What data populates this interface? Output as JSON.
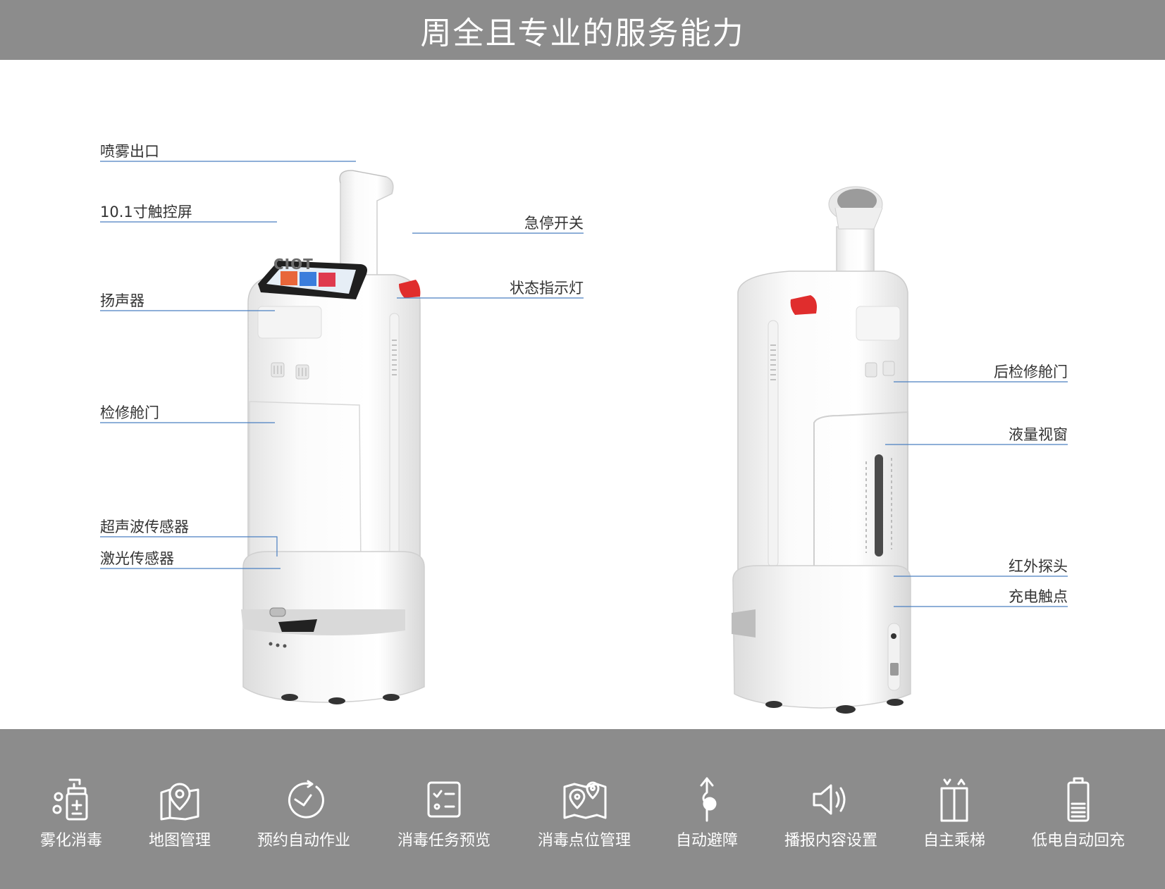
{
  "header": {
    "title": "周全且专业的服务能力"
  },
  "front_view": {
    "callouts": [
      {
        "id": "spray",
        "label": "喷雾出口"
      },
      {
        "id": "screen",
        "label": "10.1寸触控屏"
      },
      {
        "id": "speaker",
        "label": "扬声器"
      },
      {
        "id": "door",
        "label": "检修舱门"
      },
      {
        "id": "ultrasonic",
        "label": "超声波传感器"
      },
      {
        "id": "laser",
        "label": "激光传感器"
      },
      {
        "id": "estop",
        "label": "急停开关"
      },
      {
        "id": "status",
        "label": "状态指示灯"
      }
    ],
    "logo_text": "CIOT"
  },
  "back_view": {
    "callouts": [
      {
        "id": "rear-door",
        "label": "后检修舱门"
      },
      {
        "id": "level",
        "label": "液量视窗"
      },
      {
        "id": "ir",
        "label": "红外探头"
      },
      {
        "id": "charge",
        "label": "充电触点"
      }
    ]
  },
  "features": [
    {
      "label": "雾化消毒",
      "icon": "spray-bottle-icon"
    },
    {
      "label": "地图管理",
      "icon": "map-pin-icon"
    },
    {
      "label": "预约自动作业",
      "icon": "clock-icon"
    },
    {
      "label": "消毒任务预览",
      "icon": "checklist-icon"
    },
    {
      "label": "消毒点位管理",
      "icon": "map-points-icon"
    },
    {
      "label": "自动避障",
      "icon": "obstacle-avoid-icon"
    },
    {
      "label": "播报内容设置",
      "icon": "speaker-icon"
    },
    {
      "label": "自主乘梯",
      "icon": "elevator-icon"
    },
    {
      "label": "低电自动回充",
      "icon": "battery-icon"
    }
  ],
  "colors": {
    "bar": "#8c8c8c",
    "leader_line": "#4a7fc1",
    "accent_red": "#e02d2d"
  }
}
